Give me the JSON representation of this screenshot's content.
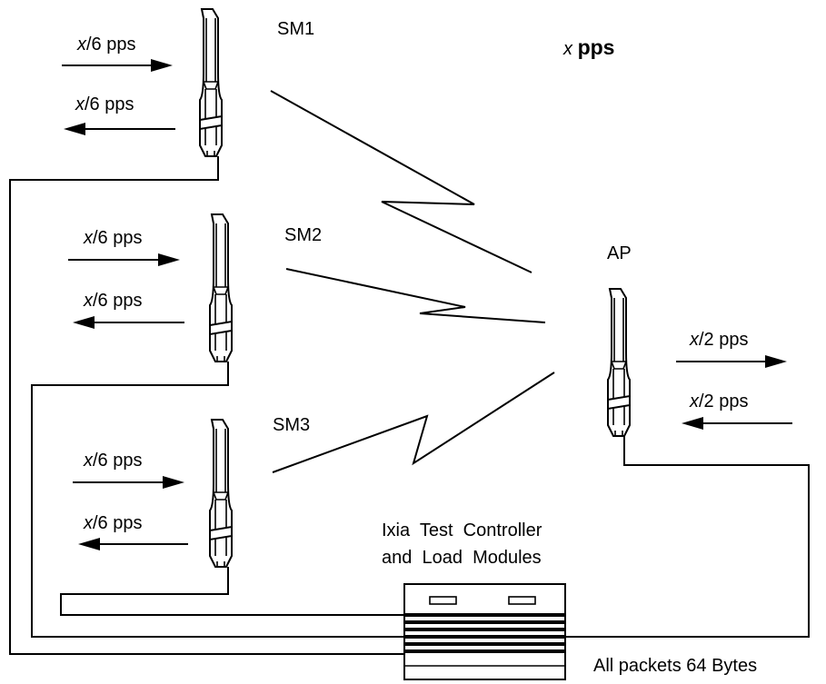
{
  "devices": {
    "sm1": {
      "label": "SM1"
    },
    "sm2": {
      "label": "SM2"
    },
    "sm3": {
      "label": "SM3"
    },
    "ap": {
      "label": "AP"
    }
  },
  "rates": {
    "per_sm_italic": "x",
    "per_sm_rest": "/6 pps",
    "ap_italic": "x",
    "ap_rest": "/2 pps",
    "total_italic": "x",
    "total_bold": "pps"
  },
  "controller": {
    "line1": "Ixia  Test  Controller",
    "line2": "and  Load  Modules",
    "note": "All packets 64 Bytes"
  }
}
